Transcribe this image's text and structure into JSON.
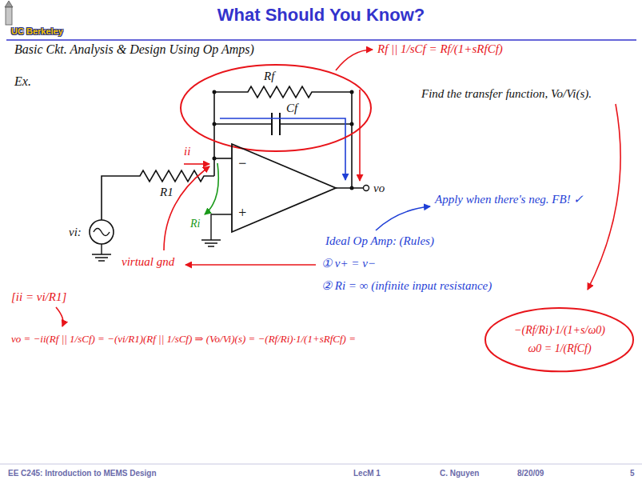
{
  "diagram": {
    "title": "What Should You Know?",
    "nodes": [
      {
        "text": [
          "Rf",
          "Cf"
        ]
      },
      {
        "text": [
          "−",
          "+"
        ]
      },
      {
        "text": [
          "−(Rf/Ri)·1/(1+s/ω0)",
          "ω0 = 1/(RfCf)"
        ]
      }
    ],
    "labels": [
      "UC Berkeley",
      "Basic Ckt. Analysis & Design Using Op Amps)",
      "Rf || 1/sCf = Rf/(1+sRfCf)",
      "Ex.",
      "ii",
      "R1",
      "vi:",
      "vo",
      "Ri",
      "Find the transfer function, Vo/Vi(s).",
      "Apply when there's neg. FB! ✓",
      "Ideal Op Amp: (Rules)",
      "① v+ = v−",
      "② Ri = ∞ (infinite input resistance)",
      "virtual gnd",
      "[ii = vi/R1]",
      "vo = −ii(Rf || 1/sCf) = −(vi/R1)(Rf || 1/sCf) ⇒ (Vo/Vi)(s) = −(Rf/Ri)·1/(1+sRfCf) =",
      "EE C245: Introduction to MEMS Design",
      "LecM 1",
      "C. Nguyen",
      "8/20/09",
      "5"
    ]
  }
}
